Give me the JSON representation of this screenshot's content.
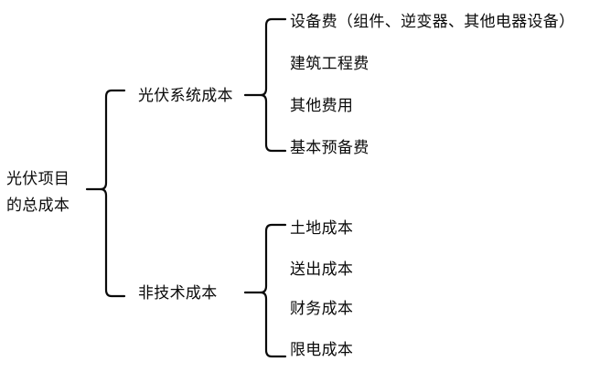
{
  "diagram": {
    "type": "bracket-tree",
    "orientation": "left-to-right",
    "background_color": "#ffffff",
    "stroke_color": "#0a0a0a",
    "text_color": "#0a0a0a",
    "root": {
      "label_line_1": "光伏项目",
      "label_line_2": "的总成本",
      "label_full": "光伏项目的总成本"
    },
    "branches": [
      {
        "label": "光伏系统成本",
        "leaves": [
          "设备费（组件、逆变器、其他电器设备）",
          "建筑工程费",
          "其他费用",
          "基本预备费"
        ]
      },
      {
        "label": "非技术成本",
        "leaves": [
          "土地成本",
          "送出成本",
          "财务成本",
          "限电成本"
        ]
      }
    ]
  }
}
